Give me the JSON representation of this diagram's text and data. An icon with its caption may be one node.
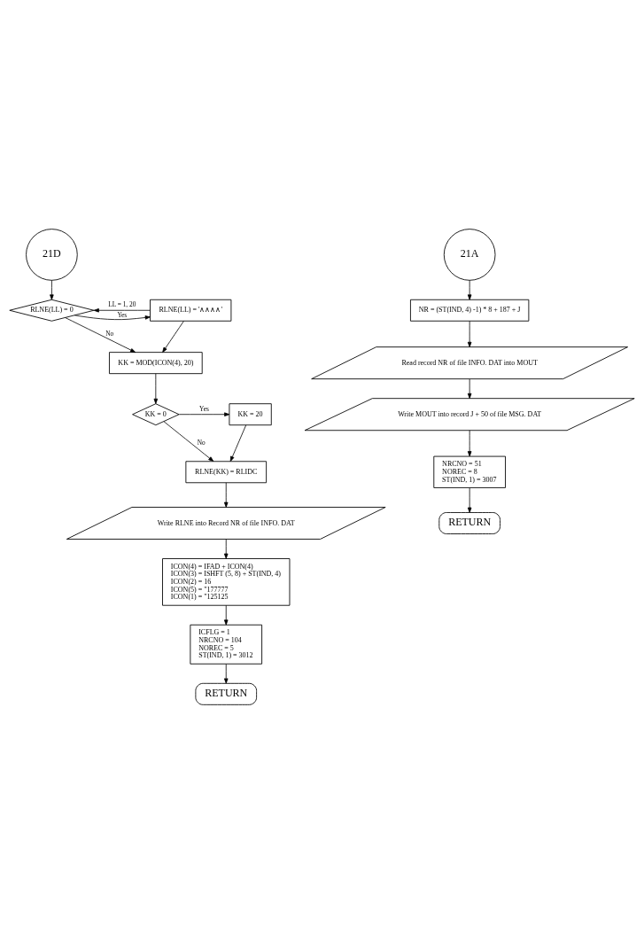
{
  "diagram": {
    "nodes": [
      {
        "text": [
          "21D"
        ]
      },
      {
        "text": [
          "RLNE(LL) = 0"
        ]
      },
      {
        "text": [
          "RLNE(LL) = '∧∧∧∧'"
        ]
      },
      {
        "text": [
          "KK = MOD(ICON(4), 20)"
        ]
      },
      {
        "text": [
          "KK = 0"
        ]
      },
      {
        "text": [
          "KK = 20"
        ]
      },
      {
        "text": [
          "RLNE(KK) = RLIDC"
        ]
      },
      {
        "text": [
          "Write RLNE into Record NR of file INFO. DAT"
        ]
      },
      {
        "text": [
          "ICON(4) = IFAD + ICON(4)",
          "ICON(3) = ISHFT (5, 8) + ST(IND, 4)",
          "ICON(2) = 16",
          "ICON(5) = \"177777",
          "ICON(1) = \"125125"
        ]
      },
      {
        "text": [
          "ICFLG = 1",
          "NRCNO = 104",
          "NOREC = 5",
          "ST(IND, 1) = 3012"
        ]
      },
      {
        "text": [
          "RETURN"
        ]
      },
      {
        "text": [
          "21A"
        ]
      },
      {
        "text": [
          "NR = (ST(IND, 4) -1) * 8 + 187 + J"
        ]
      },
      {
        "text": [
          "Read record NR of file INFO. DAT into MOUT"
        ]
      },
      {
        "text": [
          "Write MOUT into record J + 50 of file MSG. DAT"
        ]
      },
      {
        "text": [
          "NRCNO = 51",
          "NOREC = 8",
          "ST(IND, 1) = 3007"
        ]
      },
      {
        "text": [
          "RETURN"
        ]
      }
    ],
    "edges": [
      {
        "from": 0,
        "to": 1,
        "arrow": "to"
      },
      {
        "from": 1,
        "to": 2,
        "arrow": "to",
        "label": "Yes"
      },
      {
        "from": 1,
        "to": 3,
        "arrow": "to",
        "label": "No"
      },
      {
        "from": 2,
        "to": 3,
        "arrow": "to"
      },
      {
        "from": 2,
        "to": 1,
        "arrow": "to",
        "label": "LL = 1, 20"
      },
      {
        "from": 3,
        "to": 4,
        "arrow": "to"
      },
      {
        "from": 4,
        "to": 5,
        "arrow": "to",
        "label": "Yes"
      },
      {
        "from": 4,
        "to": 6,
        "arrow": "to",
        "label": "No"
      },
      {
        "from": 5,
        "to": 6,
        "arrow": "to"
      },
      {
        "from": 6,
        "to": 7,
        "arrow": "to"
      },
      {
        "from": 7,
        "to": 8,
        "arrow": "to"
      },
      {
        "from": 8,
        "to": 9,
        "arrow": "to"
      },
      {
        "from": 9,
        "to": 10,
        "arrow": "to"
      },
      {
        "from": 11,
        "to": 12,
        "arrow": "to"
      },
      {
        "from": 12,
        "to": 13,
        "arrow": "to"
      },
      {
        "from": 13,
        "to": 14,
        "arrow": "to"
      },
      {
        "from": 14,
        "to": 15,
        "arrow": "to"
      },
      {
        "from": 15,
        "to": 16,
        "arrow": "to"
      }
    ]
  }
}
